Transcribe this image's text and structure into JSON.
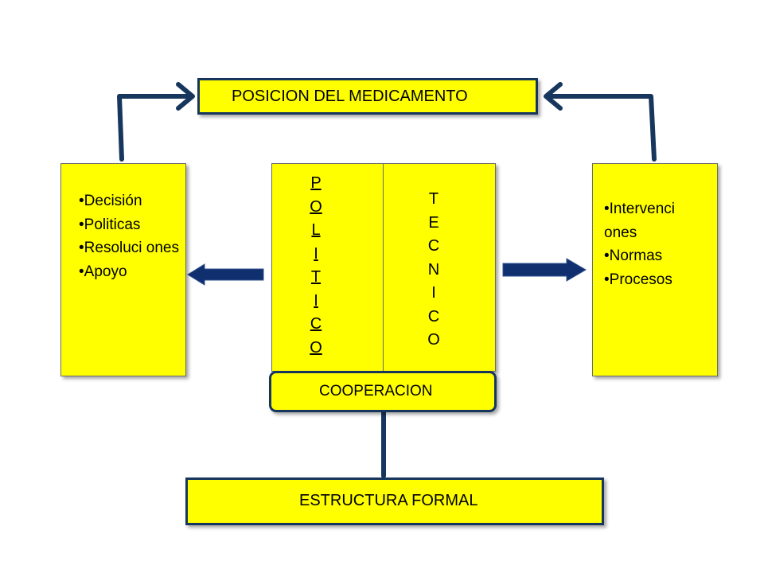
{
  "diagram": {
    "title": "POSICION DEL MEDICAMENTO",
    "left_panel": {
      "items": [
        "Decisión",
        "Politicas",
        "Resoluci ones",
        "Apoyo"
      ]
    },
    "politico": {
      "letters": [
        "P",
        "O",
        "L",
        "I",
        "T",
        "I",
        "C",
        "O"
      ]
    },
    "tecnico": {
      "letters": [
        "T",
        "E",
        "C",
        "N",
        "I",
        "C",
        "O"
      ]
    },
    "right_panel": {
      "items": [
        "Intervenci ones",
        "Normas",
        "Procesos"
      ]
    },
    "cooperacion": "COOPERACION",
    "base": "ESTRUCTURA FORMAL"
  },
  "colors": {
    "box_fill": "#ffff00",
    "connector": "#17365d",
    "arrow_fill": "#0f2f6e"
  }
}
